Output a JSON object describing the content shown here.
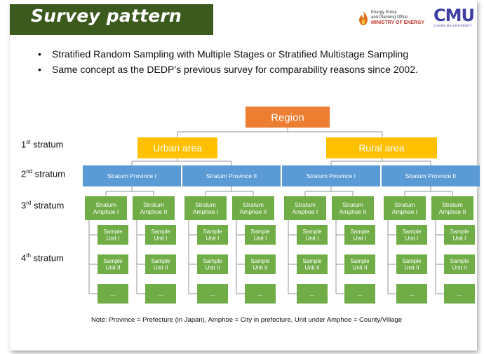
{
  "title": "Survey pattern",
  "logos": {
    "energy_line1": "Energy Policy",
    "energy_line2": "and Planning Office",
    "energy_ministry": "MINISTRY OF ENERGY",
    "cmu": "CMU",
    "cmu_sub": "CHIANG MAI UNIVERSITY"
  },
  "bullets": [
    "Stratified Random Sampling with Multiple Stages  or Stratified Multistage Sampling",
    "Same concept as the DEDP’s previous survey for comparability reasons since 2002."
  ],
  "strata": [
    {
      "num": "1",
      "sup": "st",
      "word": "stratum"
    },
    {
      "num": "2",
      "sup": "nd",
      "word": "stratum"
    },
    {
      "num": "3",
      "sup": "rd",
      "word": "stratum"
    },
    {
      "num": "4",
      "sup": "th",
      "word": "stratum"
    }
  ],
  "tree": {
    "root": "Region",
    "areas": [
      "Urban area",
      "Rural area"
    ],
    "province_labels": [
      "Stratum Province I",
      "Stratum Province II"
    ],
    "amphoe_labels": [
      [
        "Stratum",
        "Amphoe I"
      ],
      [
        "Stratum",
        "Amphoe II"
      ]
    ],
    "unit_labels": [
      [
        "Sample",
        "Unit I"
      ],
      [
        "Sample",
        "Unit II"
      ],
      [
        "..."
      ]
    ]
  },
  "colors": {
    "title_bar": "#3d5a1e",
    "region": "#ed7d31",
    "area": "#ffc000",
    "province": "#5b9bd5",
    "amphoe": "#70ad47",
    "connector": "#a6a6a6"
  },
  "note": "Note: Province = Prefecture (in Japan), Amphoe = City in prefecture,  Unit under Amphoe = County/Village"
}
